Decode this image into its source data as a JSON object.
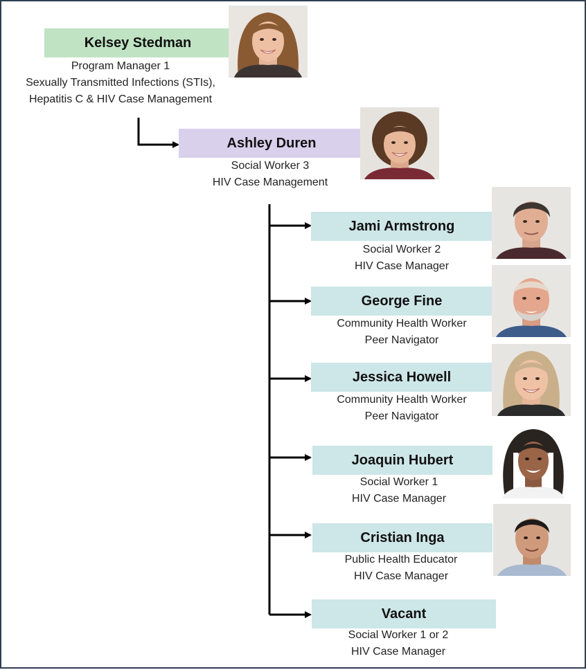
{
  "colors": {
    "manager_box": "#bfe3c3",
    "lead_box": "#d9d0ec",
    "staff_box": "#cde6e8",
    "connector": "#000000",
    "border": "#2f3f52"
  },
  "manager": {
    "name": "Kelsey Stedman",
    "role_lines": [
      "Program Manager 1",
      "Sexually Transmitted Infections (STIs),",
      "Hepatitis C & HIV Case Management"
    ],
    "photo": "portrait-photo"
  },
  "lead": {
    "name": "Ashley Duren",
    "role_lines": [
      "Social Worker 3",
      "HIV Case Management"
    ],
    "photo": "portrait-photo"
  },
  "staff": [
    {
      "name": "Jami Armstrong",
      "role_lines": [
        "Social Worker 2",
        "HIV Case Manager"
      ],
      "photo": "portrait-photo"
    },
    {
      "name": "George Fine",
      "role_lines": [
        "Community Health Worker",
        "Peer Navigator"
      ],
      "photo": "portrait-photo"
    },
    {
      "name": "Jessica Howell",
      "role_lines": [
        "Community Health Worker",
        "Peer Navigator"
      ],
      "photo": "portrait-photo"
    },
    {
      "name": "Joaquin Hubert",
      "role_lines": [
        "Social Worker 1",
        "HIV Case Manager"
      ],
      "photo": "portrait-photo"
    },
    {
      "name": "Cristian Inga",
      "role_lines": [
        "Public Health Educator",
        "HIV Case Manager"
      ],
      "photo": "portrait-photo"
    },
    {
      "name": "Vacant",
      "role_lines": [
        "Social Worker 1 or 2",
        "HIV Case Manager"
      ]
    }
  ]
}
